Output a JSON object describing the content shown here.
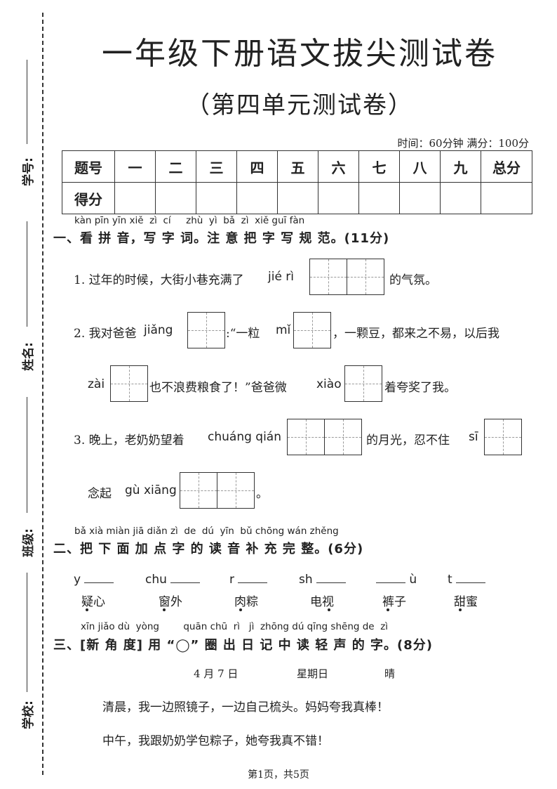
{
  "side": {
    "student_id_label": "学号:",
    "name_label": "姓名:",
    "class_label": "班级:",
    "school_label": "学校:"
  },
  "header": {
    "title": "一年级下册语文拔尖测试卷",
    "subtitle": "（第四单元测试卷）",
    "info": "时间：60分钟  满分：100分"
  },
  "score_table": {
    "row1": [
      "题号",
      "一",
      "二",
      "三",
      "四",
      "五",
      "六",
      "七",
      "八",
      "九",
      "总分"
    ],
    "row2_label": "得分"
  },
  "section1": {
    "pinyin": "kàn pīn yīn xiě  zì  cí     zhù  yì  bǎ  zì  xiě guī fàn",
    "heading": "一、看 拼 音，写 字 词。注 意 把 字 写 规 范。(11分)",
    "q1_text": "1. 过年的时候，大街小巷充满了",
    "q1_py": "jié rì",
    "q1_after": "的气氛。",
    "q2_text": "2. 我对爸爸",
    "q2_py1": "jiǎng",
    "q2_mid1": ":“一粒",
    "q2_py2": "mǐ",
    "q2_mid2": "，一颗豆，都来之不易，以后我",
    "q2_py3": "zài",
    "q2_mid3": "也不浪费粮食了！”爸爸微",
    "q2_py4": "xiào",
    "q2_after": "着夸奖了我。",
    "q3_text": "3. 晚上，老奶奶望着",
    "q3_py1": "chuáng qián",
    "q3_mid": "的月光，忍不住",
    "q3_py2": "sī",
    "q3_line2": "念起",
    "q3_py3": "gù xiāng",
    "q3_after": "。"
  },
  "section2": {
    "pinyin": "bǎ xià miàn jiā diǎn zì  de  dú  yīn  bǔ chōng wán zhěng",
    "heading": "二、把 下 面 加 点 字 的 读 音 补 充 完 整。(6分)",
    "items": [
      {
        "pre": "y",
        "post": "",
        "word": "疑心"
      },
      {
        "pre": "chu",
        "post": "",
        "word": "窗外"
      },
      {
        "pre": "r",
        "post": "",
        "word": "肉粽"
      },
      {
        "pre": "sh",
        "post": "",
        "word": "电视"
      },
      {
        "pre": "",
        "post": "ù",
        "word": "裤子"
      },
      {
        "pre": "t",
        "post": "",
        "word": "甜蜜"
      }
    ]
  },
  "section3": {
    "pinyin": "xīn jiǎo dù  yòng        quān chū  rì   jì  zhōng dú qīng shēng de  zì",
    "heading": "三、[新 角 度] 用 “◯” 圈 出 日 记 中 读 轻 声 的 字。(8分)",
    "date": "4 月 7 日",
    "weekday": "星期日",
    "weather": "晴",
    "line1": "清晨，我一边照镜子，一边自己梳头。妈妈夸我真棒！",
    "line2": "中午，我跟奶奶学包粽子，她夸我真不错！"
  },
  "footer": "第1页，共5页"
}
